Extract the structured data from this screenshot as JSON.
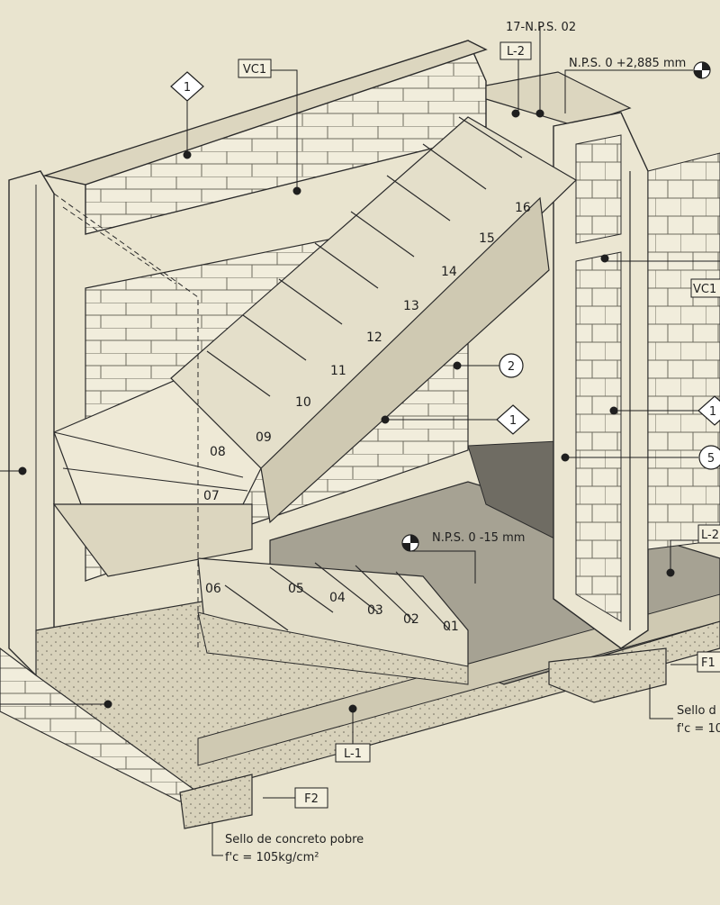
{
  "labels": {
    "nps_top": "17-N.P.S. 02",
    "nps_level": "N.P.S. 0 +2,885 mm",
    "nps_floor": "N.P.S. 0 -15 mm",
    "vc1_top": "VC1",
    "vc1_right": "VC1",
    "l2_top": "L-2",
    "l2_right": "L-2",
    "l1_bottom": "L-1",
    "f1": "F1",
    "f2": "F2",
    "callout_1_top": "1",
    "callout_2": "2",
    "callout_1_mid": "1",
    "callout_1_right": "1",
    "callout_5": "5",
    "sello_line1": "Sello de concreto pobre",
    "sello_line2": "f'c = 105kg/cm²",
    "sello_right_line1": "Sello d",
    "sello_right_line2": "f'c = 10"
  },
  "steps": [
    "01",
    "02",
    "03",
    "04",
    "05",
    "06",
    "07",
    "08",
    "09",
    "10",
    "11",
    "12",
    "13",
    "14",
    "15",
    "16"
  ],
  "colors": {
    "background": "#e9e4cf",
    "line": "#2b2b2b",
    "block": "#f1eddc",
    "slab": "#dcd6bf",
    "floor": "#bdb8a6",
    "dark_floor": "#8e8b80"
  }
}
